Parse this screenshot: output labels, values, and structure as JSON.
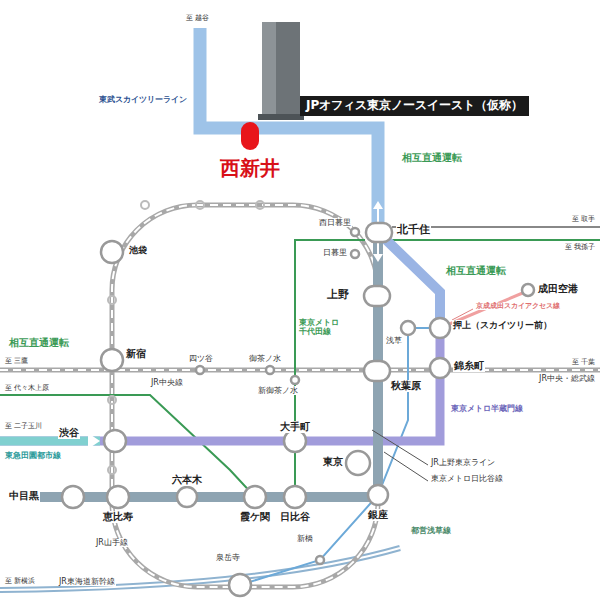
{
  "diagram": {
    "nodes": [
      {
        "text": [
          "JPオフィス東京ノースイースト（仮称）"
        ]
      },
      {
        "text": [
          "西新井"
        ]
      }
    ],
    "labels": [
      "至 越谷",
      "東武スカイツリーライン",
      "相互直通運転",
      "西日暮里",
      "北千住",
      "至 取手",
      "至 我孫子",
      "日暮里",
      "相互直通運転",
      "成田空港",
      "京成成田スカイアクセス線",
      "上野",
      "東京メトロ千代田線",
      "浅草",
      "押上（スカイツリー前）",
      "池袋",
      "相互直通運転",
      "新宿",
      "四ツ谷",
      "御茶ノ水",
      "錦糸町",
      "至 三鷹",
      "至 千葉",
      "至 代々木上原",
      "JR中央線",
      "新御茶ノ水",
      "秋葉原",
      "JR中央・総武線",
      "東京メトロ半蔵門線",
      "至 二子玉川",
      "渋谷",
      "大手町",
      "東急田園都市線",
      "JR上野東京ライン",
      "東京メトロ日比谷線",
      "東京",
      "六本木",
      "中目黒",
      "恵比寿",
      "霞ケ関",
      "日比谷",
      "銀座",
      "都営浅草線",
      "JR山手線",
      "新橋",
      "泉岳寺",
      "至 新横浜",
      "JR東海道新幹線"
    ]
  }
}
